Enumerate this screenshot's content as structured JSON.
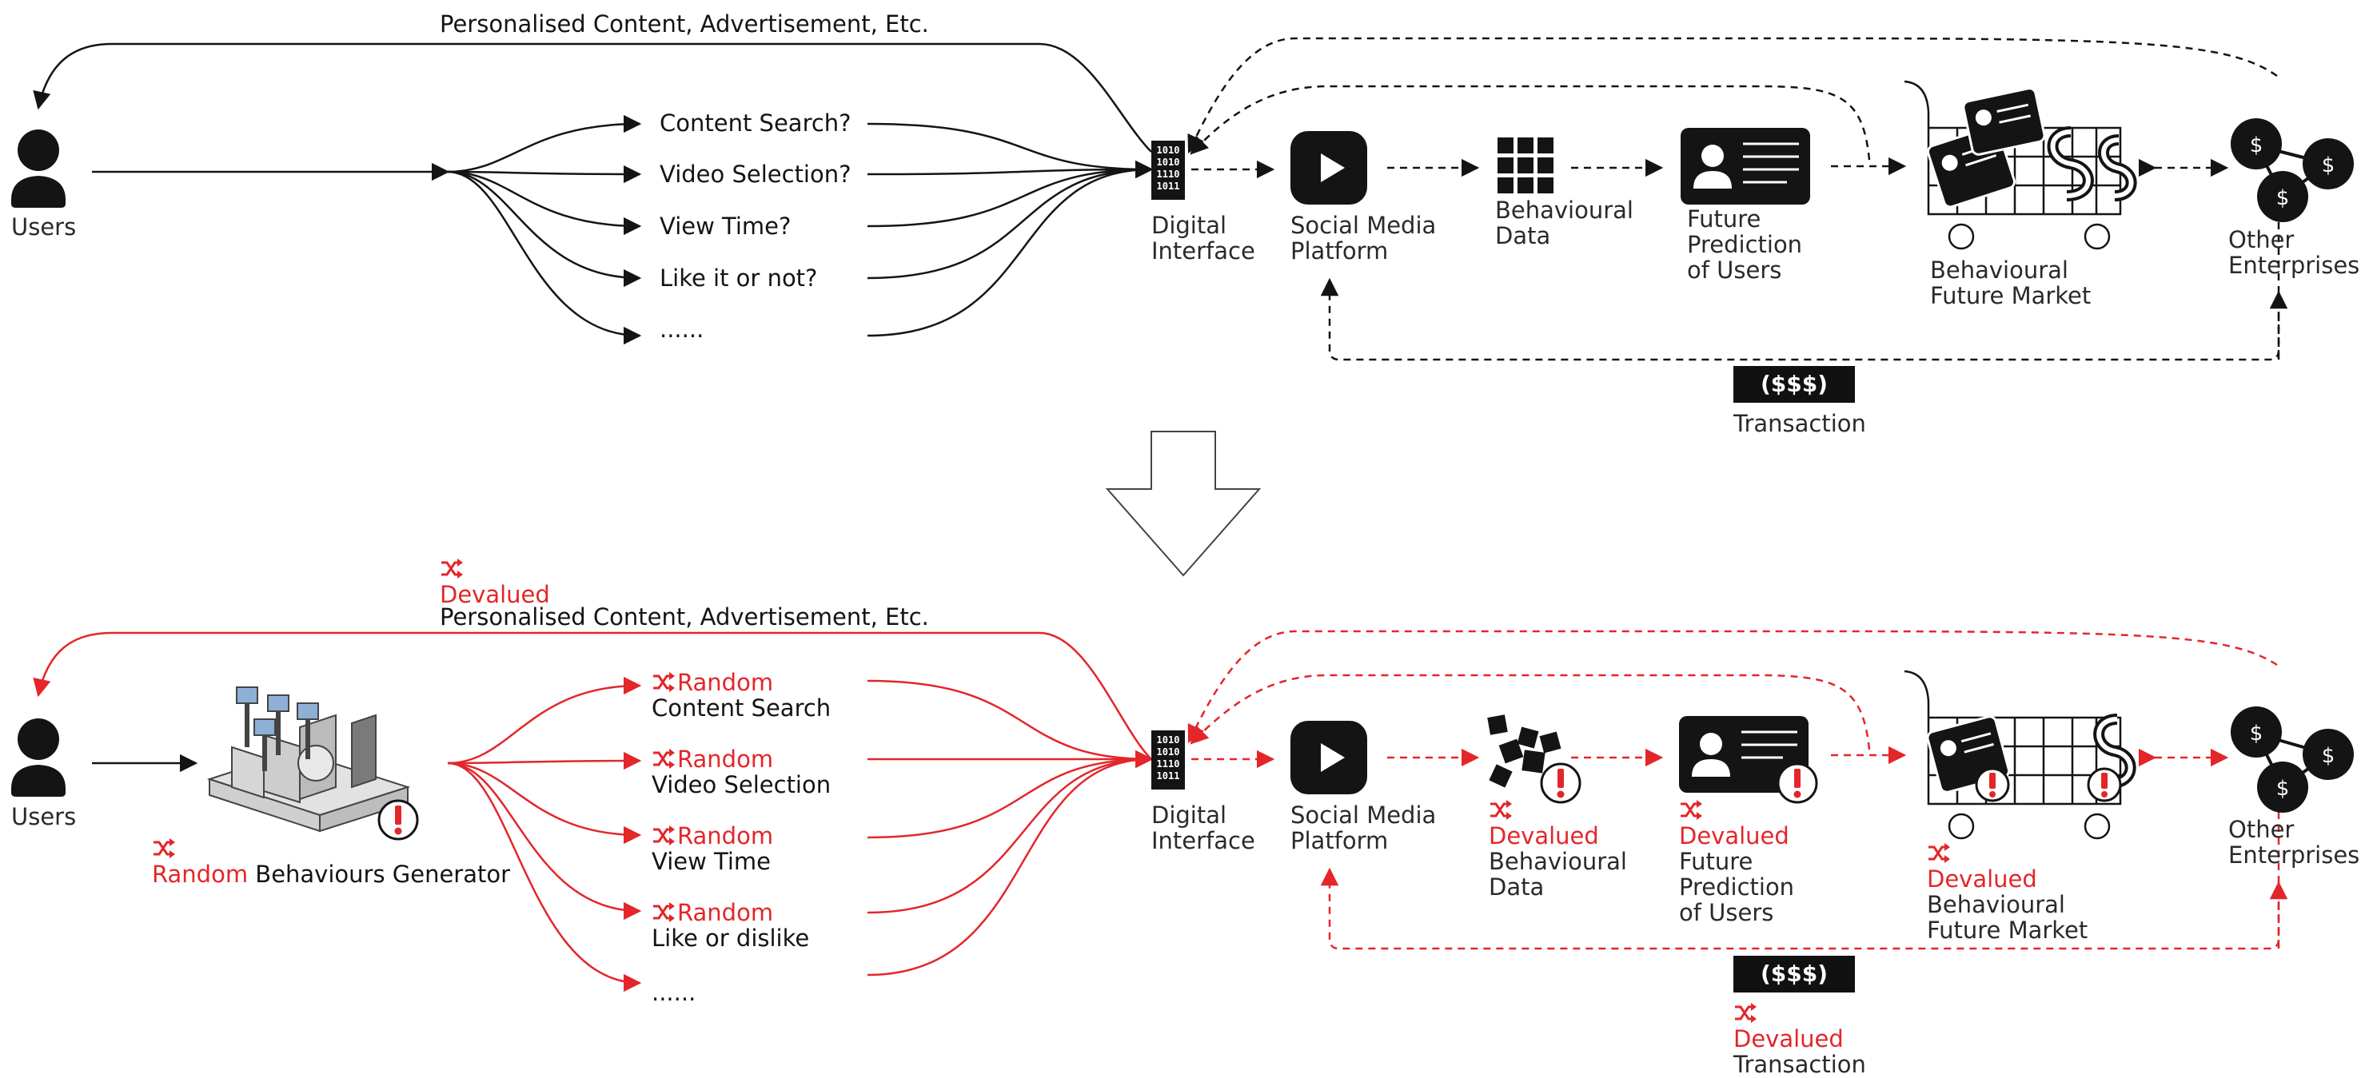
{
  "colors": {
    "ink": "#141414",
    "accent": "#e3262a"
  },
  "icons": [
    "user-icon",
    "binary-chip-icon",
    "play-button-icon",
    "data-grid-icon",
    "profile-card-icon",
    "market-cart-icon",
    "dollar-network-icon",
    "shuffle-icon",
    "warning-icon",
    "down-arrow-icon",
    "machine-icon"
  ],
  "top": {
    "feedback_label": "Personalised Content, Advertisement, Etc.",
    "users": "Users",
    "questions": [
      "Content Search?",
      "Video Selection?",
      "View Time?",
      "Like it or not?",
      "......"
    ],
    "digital_interface": [
      "Digital",
      "Interface"
    ],
    "social_media_platform": [
      "Social Media",
      "Platform"
    ],
    "behavioural_data": [
      "Behavioural",
      "Data"
    ],
    "future_prediction": [
      "Future",
      "Prediction",
      "of Users"
    ],
    "future_market": [
      "Behavioural",
      "Future Market"
    ],
    "other_enterprises": [
      "Other",
      "Enterprises"
    ],
    "badge": "($$$)",
    "transaction": "Transaction"
  },
  "bottom": {
    "devalued": "Devalued",
    "feedback_label": "Personalised Content, Advertisement, Etc.",
    "users": "Users",
    "generator_prefix": "Random",
    "generator_rest": " Behaviours Generator",
    "random": "Random",
    "actions": [
      "Content Search",
      "Video Selection",
      "View Time",
      "Like or dislike"
    ],
    "ellipsis": "......",
    "digital_interface": [
      "Digital",
      "Interface"
    ],
    "social_media_platform": [
      "Social Media",
      "Platform"
    ],
    "behavioural_data": [
      "Behavioural",
      "Data"
    ],
    "future_prediction": [
      "Future",
      "Prediction",
      "of Users"
    ],
    "future_market": [
      "Behavioural",
      "Future Market"
    ],
    "other_enterprises": [
      "Other",
      "Enterprises"
    ],
    "badge": "($$$)",
    "transaction": "Transaction",
    "binary_rows": [
      "1010",
      "1010",
      "1110",
      "1011"
    ]
  }
}
